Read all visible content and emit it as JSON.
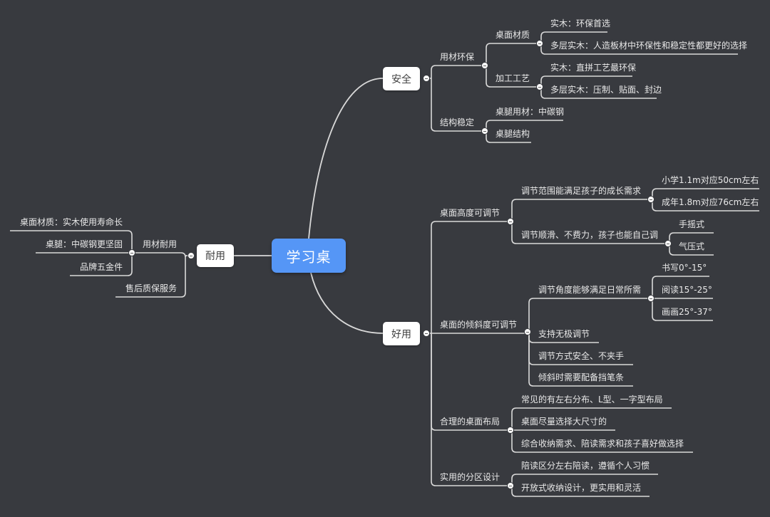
{
  "diagram": {
    "type": "mindmap",
    "colors": {
      "background": "#383a3f",
      "root": "#5596f6",
      "branch_box": "#ffffff",
      "line": "#d9d9d9",
      "text": "#e9e9e9"
    },
    "root": {
      "label": "学习桌"
    },
    "branches": {
      "safety": {
        "label": "安全",
        "children": [
          {
            "label": "用材环保",
            "children": [
              {
                "label": "桌面材质",
                "children": [
                  {
                    "label": "实木：环保首选"
                  },
                  {
                    "label": "多层实木：人造板材中环保性和稳定性都更好的选择"
                  }
                ]
              },
              {
                "label": "加工工艺",
                "children": [
                  {
                    "label": "实木：直拼工艺最环保"
                  },
                  {
                    "label": "多层实木：压制、贴面、封边"
                  }
                ]
              }
            ]
          },
          {
            "label": "结构稳定",
            "children": [
              {
                "label": "桌腿用材：中碳钢"
              },
              {
                "label": "桌腿结构"
              }
            ]
          }
        ]
      },
      "usability": {
        "label": "好用",
        "children": [
          {
            "label": "桌面高度可调节",
            "children": [
              {
                "label": "调节范围能满足孩子的成长需求",
                "children": [
                  {
                    "label": "小学1.1m对应50cm左右"
                  },
                  {
                    "label": "成年1.8m对应76cm左右"
                  }
                ]
              },
              {
                "label": "调节顺滑、不费力，孩子也能自己调",
                "children": [
                  {
                    "label": "手摇式"
                  },
                  {
                    "label": "气压式"
                  }
                ]
              }
            ]
          },
          {
            "label": "桌面的倾斜度可调节",
            "children": [
              {
                "label": "调节角度能够满足日常所需",
                "children": [
                  {
                    "label": "书写0°-15°"
                  },
                  {
                    "label": "阅读15°-25°"
                  },
                  {
                    "label": "画画25°-37°"
                  }
                ]
              },
              {
                "label": "支持无极调节"
              },
              {
                "label": "调节方式安全、不夹手"
              },
              {
                "label": "倾斜时需要配备挡笔条"
              }
            ]
          },
          {
            "label": "合理的桌面布局",
            "children": [
              {
                "label": "常见的有左右分布、L型、一字型布局"
              },
              {
                "label": "桌面尽量选择大尺寸的"
              },
              {
                "label": "综合收纳需求、陪读需求和孩子喜好做选择"
              }
            ]
          },
          {
            "label": "实用的分区设计",
            "children": [
              {
                "label": "陪读区分左右陪读，遵循个人习惯"
              },
              {
                "label": "开放式收纳设计，更实用和灵活"
              }
            ]
          }
        ]
      },
      "durability": {
        "label": "耐用",
        "children": [
          {
            "label": "用材耐用",
            "children": [
              {
                "label": "桌面材质：实木使用寿命长"
              },
              {
                "label": "桌腿：中碳钢更坚固"
              },
              {
                "label": "品牌五金件"
              }
            ]
          },
          {
            "label": "售后质保服务"
          }
        ]
      }
    }
  }
}
